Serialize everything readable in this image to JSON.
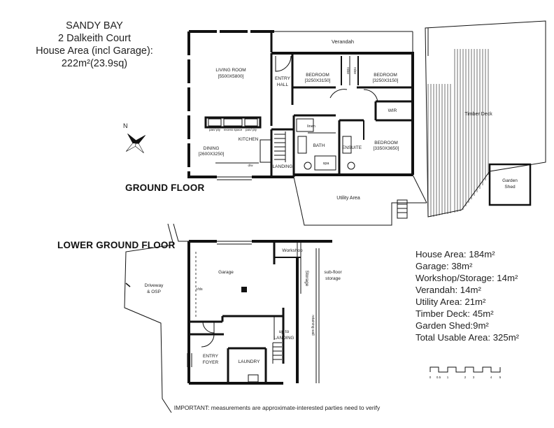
{
  "header": {
    "line1": "SANDY BAY",
    "line2": "2 Dalkeith Court",
    "line3": "House Area (incl Garage):",
    "line4": "222m²(23.9sq)"
  },
  "floors": {
    "ground": "GROUND FLOOR",
    "lower": "LOWER GROUND FLOOR"
  },
  "compass_label": "N",
  "ground_rooms": {
    "verandah": "Verandah",
    "living": "LIVING ROOM",
    "living_dim": "[5500X5800]",
    "entry1": "ENTRY",
    "entry2": "HALL",
    "bed1": "BEDROOM",
    "bed1_dim": "[3250X3150]",
    "robe1": "robe",
    "robe2": "robe",
    "bed2": "BEDROOM",
    "bed2_dim": "[3250X3150]",
    "wir": "WIR",
    "linen": "linen",
    "bath": "BATH",
    "spa": "spa",
    "ensuite": "ENSUITE",
    "bed3": "BEDROOM",
    "bed3_dim": "[3350X3650]",
    "pantry1": "pan/ pty",
    "recess": "recess space",
    "pantry2": "pan/ pty",
    "kitchen": "KITCHEN",
    "dining": "DINING",
    "dining_dim": "[2600X3250]",
    "dw": "d/w",
    "landing": "LANDING",
    "timber_deck": "Timber Deck",
    "garden_shed1": "Garden",
    "garden_shed2": "Shed",
    "utility": "Utility Area"
  },
  "lower_rooms": {
    "workshop": "Workshop",
    "storage": "Storage",
    "subfloor1": "sub-floor",
    "subfloor2": "storage",
    "garage": "Garage",
    "rds": "r/ds",
    "driveway1": "Driveway",
    "driveway2": "& OSP",
    "retaining": "retaining wall",
    "up1": "up to",
    "up2": "LANDING",
    "entry1": "ENTRY",
    "entry2": "FOYER",
    "laundry": "LAUNDRY"
  },
  "areas": [
    "House Area: 184m²",
    "Garage: 38m²",
    "Workshop/Storage: 14m²",
    "Verandah: 14m²",
    "Utility Area: 21m²",
    "Timber Deck: 45m²",
    "Garden Shed:9m²",
    "Total Usable Area: 325m²"
  ],
  "scale_ticks": [
    "0",
    "0.5",
    "1",
    "2",
    "3",
    "4",
    "5"
  ],
  "note": "IMPORTANT: measurements are approximate-interested parties need to verify"
}
